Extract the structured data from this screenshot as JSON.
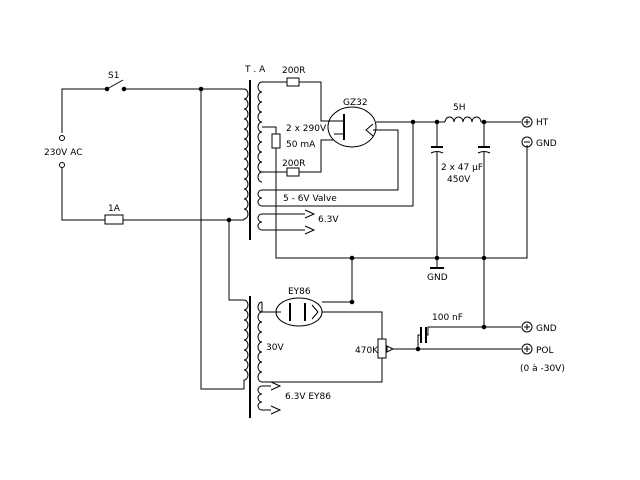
{
  "labels": {
    "ta": "T . A",
    "s1": "S1",
    "ac": "230V AC",
    "fuse": "1A",
    "r1": "200R",
    "r2": "200R",
    "sec_hv_line1": "2 x 290V",
    "sec_hv_line2": "50 mA",
    "valve_heater": "5 - 6V Valve",
    "heater_63": "6.3V",
    "gz32": "GZ32",
    "choke": "5H",
    "caps_line1": "2 x 47 µF",
    "caps_line2": "450V",
    "gnd_mid": "GND",
    "ey86": "EY86",
    "sec_30v": "30V",
    "heater_ey86": "6.3V EY86",
    "cap_100n": "100 nF",
    "pot": "470K",
    "out_ht": "HT",
    "out_gnd1": "GND",
    "out_gnd2": "GND",
    "out_pol": "POL",
    "pol_range": "(0 à -30V)"
  },
  "colors": {
    "ink": "#000000",
    "background": "#ffffff"
  }
}
